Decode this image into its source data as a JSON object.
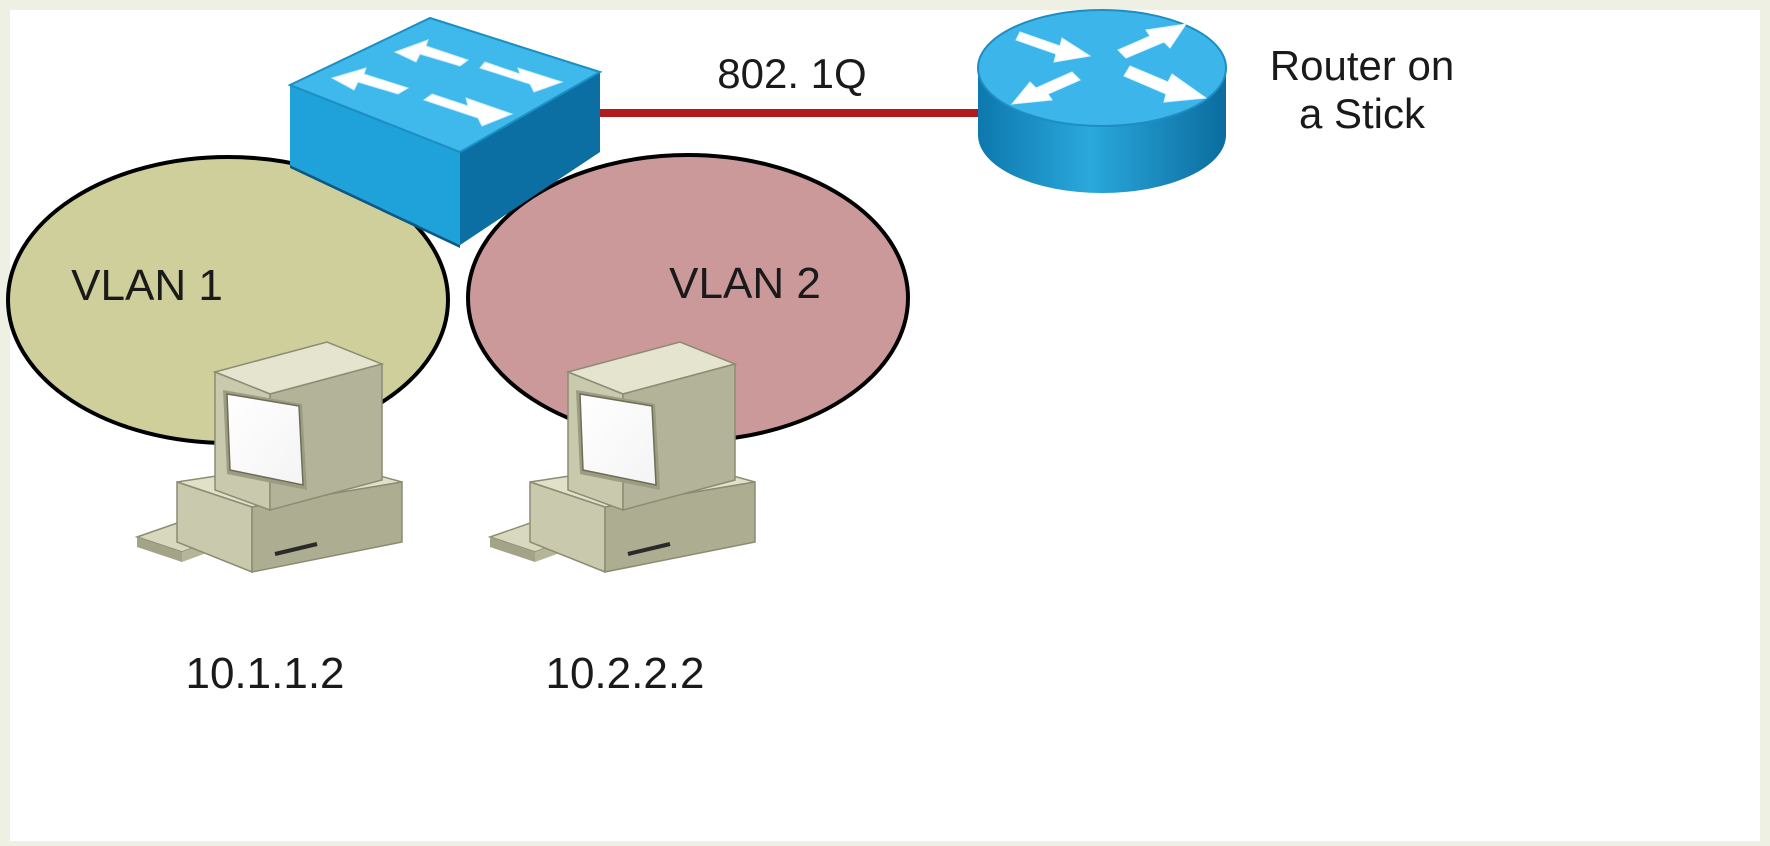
{
  "colors": {
    "page_border": "#eef0e3",
    "canvas": "#ffffff",
    "trunk_link": "#b01c1c",
    "vlan1_fill": "#cfcf9c",
    "vlan2_fill": "#cb999a",
    "device_blue": "#1e9fd6",
    "computer_beige": "#c9c9ad"
  },
  "icons": {
    "switch": "workgroup-switch-icon",
    "router": "router-icon",
    "pc": "desktop-computer-icon"
  },
  "link": {
    "label": "802. 1Q"
  },
  "router": {
    "label_line1": "Router on",
    "label_line2": "a Stick"
  },
  "vlans": [
    {
      "label": "VLAN 1",
      "host_ip": "10.1.1.2"
    },
    {
      "label": "VLAN 2",
      "host_ip": "10.2.2.2"
    }
  ]
}
